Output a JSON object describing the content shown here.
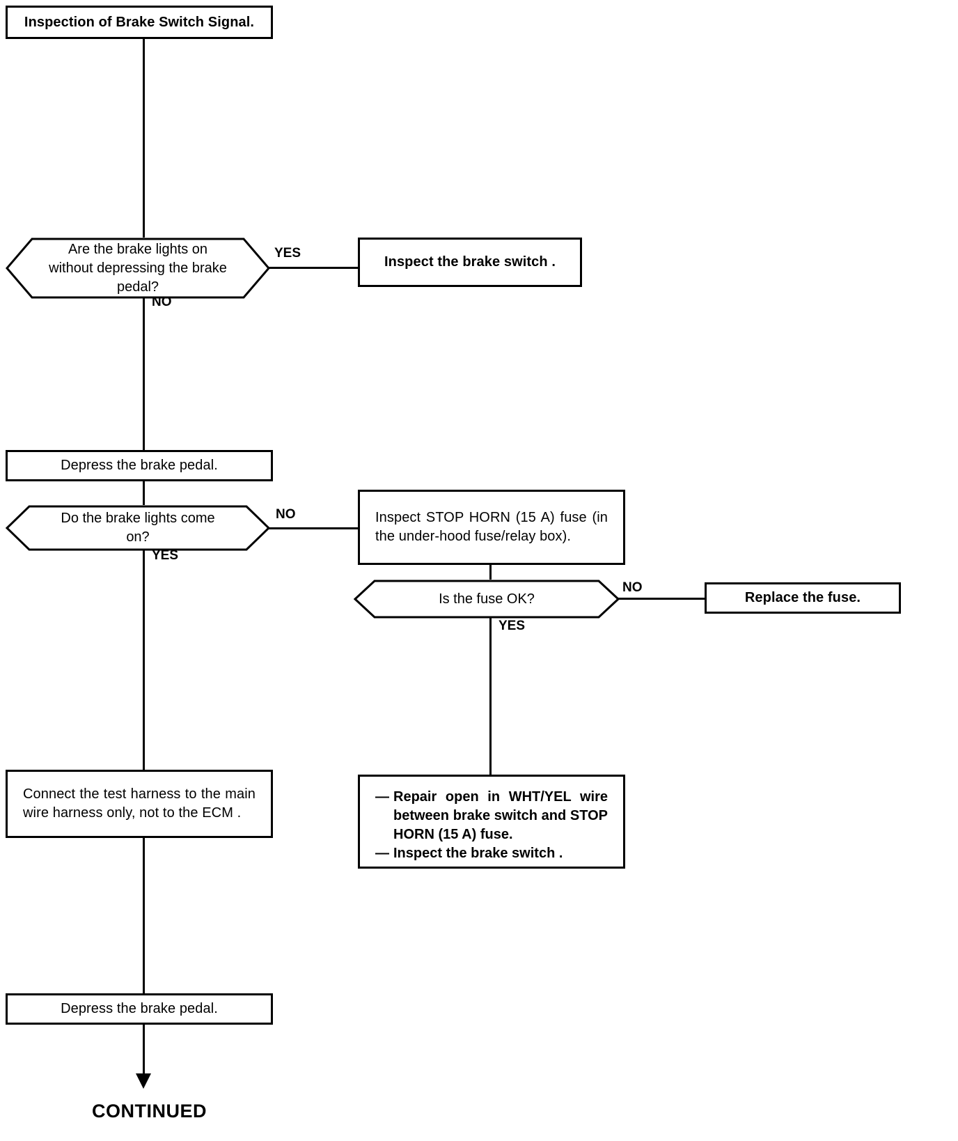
{
  "title": "Inspection of Brake Switch Signal.",
  "flow": {
    "start": {
      "label": "Inspection of Brake Switch Signal."
    },
    "decision1": {
      "text": "Are the brake lights on without depressing the brake pedal?",
      "yes_label": "YES",
      "no_label": "NO"
    },
    "action_inspect_switch": {
      "text": "Inspect the brake switch ."
    },
    "action_depress1": {
      "text": "Depress the brake pedal."
    },
    "decision2": {
      "text": "Do the brake lights come on?",
      "no_label": "NO",
      "yes_label": "YES"
    },
    "action_inspect_fuse": {
      "line1": "Inspect STOP HORN (15 A) fuse",
      "line2": "(in the under-hood fuse/relay",
      "line3": "box).",
      "text": "Inspect STOP HORN (15 A) fuse (in the under-hood fuse/relay box)."
    },
    "decision3": {
      "text": "Is the fuse OK?",
      "no_label": "NO",
      "yes_label": "YES"
    },
    "action_replace_fuse": {
      "text": "Replace the fuse."
    },
    "action_connect_harness": {
      "line1": "Connect the test harness to the",
      "line2": "main wire harness only, not to the",
      "line3": "ECM .",
      "text": "Connect the test harness to the main wire harness only, not to the ECM ."
    },
    "action_repair": {
      "dash": "—",
      "bullet1_line1": "Repair open in WHT/YEL wire",
      "bullet1_line2": "between brake switch and",
      "bullet1_line3": "STOP HORN (15 A) fuse.",
      "bullet1": "Repair open in WHT/YEL wire between brake switch and STOP HORN (15 A) fuse.",
      "bullet2": "Inspect the brake switch ."
    },
    "action_depress2": {
      "text": "Depress the brake pedal."
    },
    "continued": {
      "label": "CONTINUED"
    }
  },
  "colors": {
    "stroke": "#000000",
    "background": "#ffffff",
    "text": "#000000"
  }
}
